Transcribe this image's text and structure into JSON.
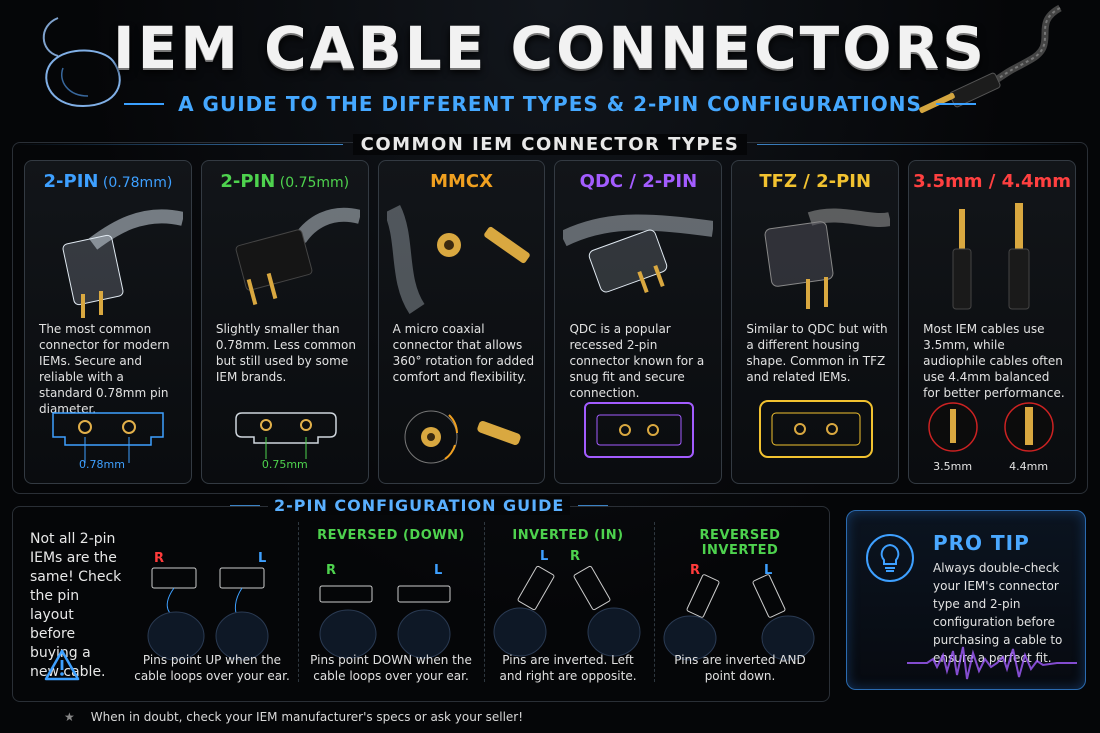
{
  "header": {
    "title": "IEM CABLE CONNECTORS",
    "subtitle": "A GUIDE TO THE DIFFERENT TYPES & 2-PIN CONFIGURATIONS"
  },
  "types_section": {
    "heading": "COMMON IEM CONNECTOR TYPES",
    "cards": [
      {
        "title_main": "2-PIN",
        "title_sub": " (0.78mm)",
        "color": "#3ea0ff",
        "desc": "The most common connector for modern IEMs. Secure and reliable with a standard 0.78mm pin diameter.",
        "diagram_label": "0.78mm"
      },
      {
        "title_main": "2-PIN",
        "title_sub": " (0.75mm)",
        "color": "#4ed24e",
        "desc": "Slightly smaller than 0.78mm. Less common but still used by some IEM brands.",
        "diagram_label": "0.75mm"
      },
      {
        "title_main": "MMCX",
        "title_sub": "",
        "color": "#f0a020",
        "desc": "A micro coaxial connector that allows 360° rotation for added comfort and flexibility.",
        "diagram_label": ""
      },
      {
        "title_main": "QDC / 2-PIN",
        "title_sub": "",
        "color": "#a35cff",
        "desc": "QDC is a popular recessed 2-pin connector known for a snug fit and secure connection.",
        "diagram_label": ""
      },
      {
        "title_main": "TFZ / 2-PIN",
        "title_sub": "",
        "color": "#f2c230",
        "desc": "Similar to QDC but with a different housing shape. Common in TFZ and related IEMs.",
        "diagram_label": ""
      },
      {
        "title_main": "3.5mm / 4.4mm",
        "title_sub": "",
        "color": "#ff4040",
        "desc": "Most IEM cables use 3.5mm, while audiophile cables often use 4.4mm balanced for better performance.",
        "diagram_label_a": "3.5mm",
        "diagram_label_b": "4.4mm"
      }
    ]
  },
  "config_section": {
    "heading": "2-PIN CONFIGURATION GUIDE",
    "intro": "Not all 2-pin IEMs are the same! Check the pin layout before buying a new cable.",
    "columns": [
      {
        "head": "",
        "color": "#3ea0ff",
        "left": "R",
        "right": "L",
        "caption": "Pins point UP when the cable loops over your ear."
      },
      {
        "head": "REVERSED (DOWN)",
        "color": "#4ed24e",
        "left": "R",
        "right": "L",
        "caption": "Pins point DOWN when the cable loops over your ear."
      },
      {
        "head": "INVERTED (IN)",
        "color": "#4ed24e",
        "left": "L",
        "right": "R",
        "caption": "Pins are inverted. Left and right are opposite."
      },
      {
        "head": "REVERSED INVERTED",
        "color": "#4ed24e",
        "left": "R",
        "right": "L",
        "caption": "Pins are inverted AND point down."
      }
    ]
  },
  "pro_tip": {
    "title": "PRO TIP",
    "text": "Always double-check your IEM's connector type and 2-pin configuration before purchasing a cable to ensure a perfect fit."
  },
  "footnote": {
    "star": "★",
    "text": "When in doubt, check your IEM manufacturer's specs or ask your seller!"
  },
  "colors": {
    "accent": "#3ea0ff",
    "left_channel": "#3ea0ff",
    "right_channel": "#ff3b3b"
  }
}
